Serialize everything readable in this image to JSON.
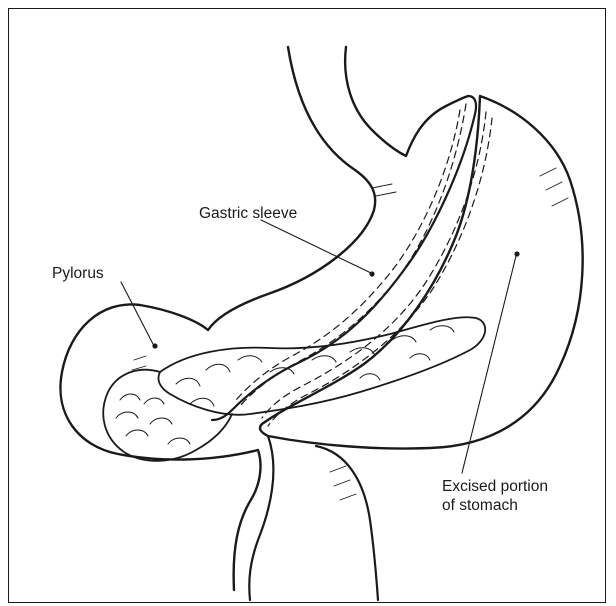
{
  "labels": {
    "gastric_sleeve": "Gastric sleeve",
    "pylorus": "Pylorus",
    "excised_line1": "Excised portion",
    "excised_line2": "of stomach"
  },
  "colors": {
    "line": "#1a1a1a",
    "background": "#ffffff"
  }
}
